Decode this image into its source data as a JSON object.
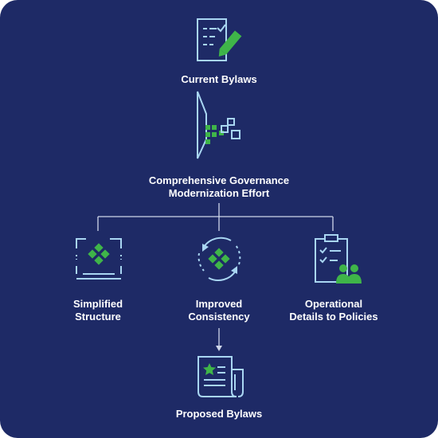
{
  "colors": {
    "background": "#1e2a66",
    "icon_stroke": "#a9d6f2",
    "accent_green": "#3fb549",
    "connector": "#cfd7ea",
    "text": "#ffffff"
  },
  "nodes": {
    "current_bylaws": {
      "label": "Current Bylaws",
      "icon": "document-pencil-icon"
    },
    "effort": {
      "line1": "Comprehensive Governance",
      "line2": "Modernization Effort",
      "icon": "funnel-squares-icon"
    },
    "simplified": {
      "line1": "Simplified",
      "line2": "Structure",
      "icon": "frame-diamonds-icon"
    },
    "consistency": {
      "line1": "Improved",
      "line2": "Consistency",
      "icon": "cycle-diamonds-icon"
    },
    "operational": {
      "line1": "Operational",
      "line2": "Details to Policies",
      "icon": "clipboard-people-icon"
    },
    "proposed_bylaws": {
      "label": "Proposed Bylaws",
      "icon": "scroll-star-icon"
    }
  }
}
